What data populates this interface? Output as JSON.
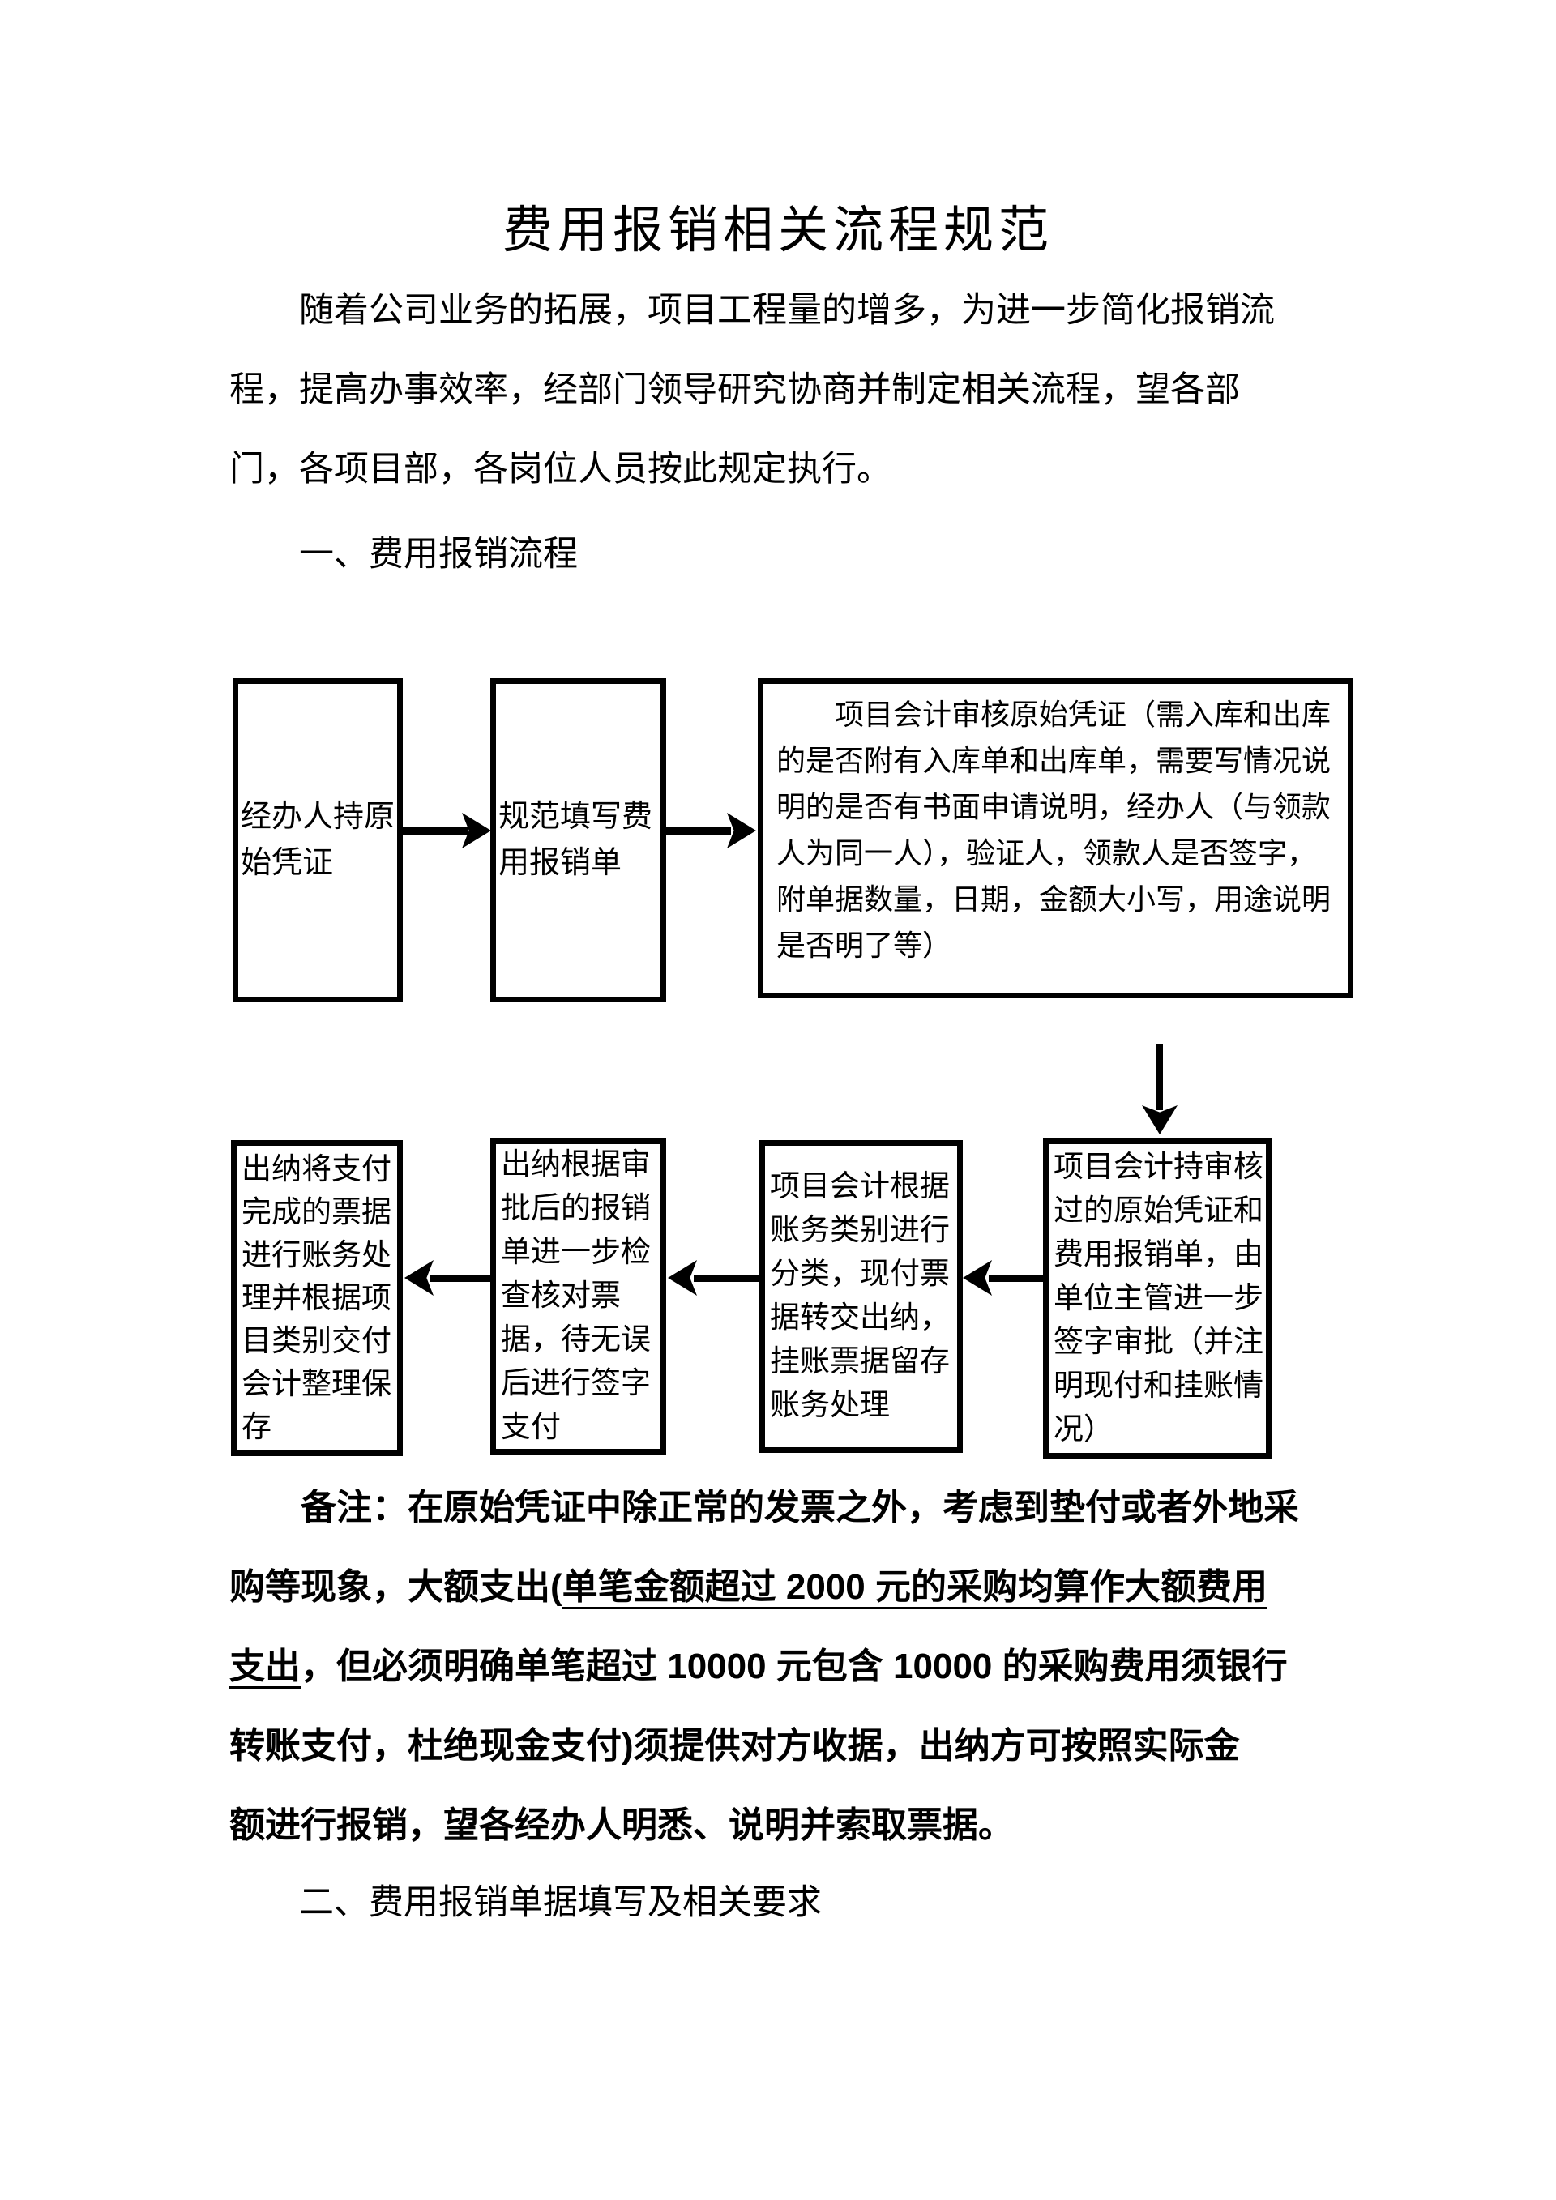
{
  "doc": {
    "title": "费用报销相关流程规范",
    "intro_lines": [
      "随着公司业务的拓展，项目工程量的增多，为进一步简化报销流",
      "程，提高办事效率，经部门领导研究协商并制定相关流程，望各部",
      "门，各项目部，各岗位人员按此规定执行。"
    ],
    "section1_heading": "一、费用报销流程",
    "section2_heading": "二、费用报销单据填写及相关要求"
  },
  "flowchart": {
    "boxes": [
      {
        "name": "operator-holds-original-voucher",
        "text": "经办人持原始凭证"
      },
      {
        "name": "fill-expense-form",
        "text": "规范填写费用报销单"
      },
      {
        "name": "accountant-review-voucher",
        "text": "项目会计审核原始凭证（需入库和出库的是否附有入库单和出库单，需要写情况说明的是否有书面申请说明，经办人（与领款人为同一人），验证人，领款人是否签字，附单据数量，日期，金额大小写，用途说明是否明了等）"
      },
      {
        "name": "supervisor-sign-approval",
        "text": "项目会计持审核过的原始凭证和费用报销单，由单位主管进一步签字审批（并注明现付和挂账情况）"
      },
      {
        "name": "accountant-classify-bills",
        "text": "项目会计根据账务类别进行分类，现付票据转交出纳，挂账票据留存账务处理"
      },
      {
        "name": "cashier-verify-and-pay",
        "text": "出纳根据审批后的报销单进一步检查核对票据，待无误后进行签字支付"
      },
      {
        "name": "cashier-bookkeeping-archive",
        "text": "出纳将支付完成的票据进行账务处理并根据项目类别交付会计整理保存"
      }
    ]
  },
  "note": {
    "line1": "备注：在原始凭证中除正常的发票之外，考虑到垫付或者外地采",
    "line2_pre": "购等现象，大额支出(",
    "line2_underline": "单笔金额超过 2000 元的采购均算作大额费用",
    "line3_underline": "支出",
    "line3_rest": "，但必须明确单笔超过 10000 元包含 10000 的采购费用须银行",
    "line4": "转账支付，杜绝现金支付)须提供对方收据，出纳方可按照实际金",
    "line5": "额进行报销，望各经办人明悉、说明并索取票据。"
  },
  "colors": {
    "text": "#000000",
    "background": "#ffffff"
  }
}
